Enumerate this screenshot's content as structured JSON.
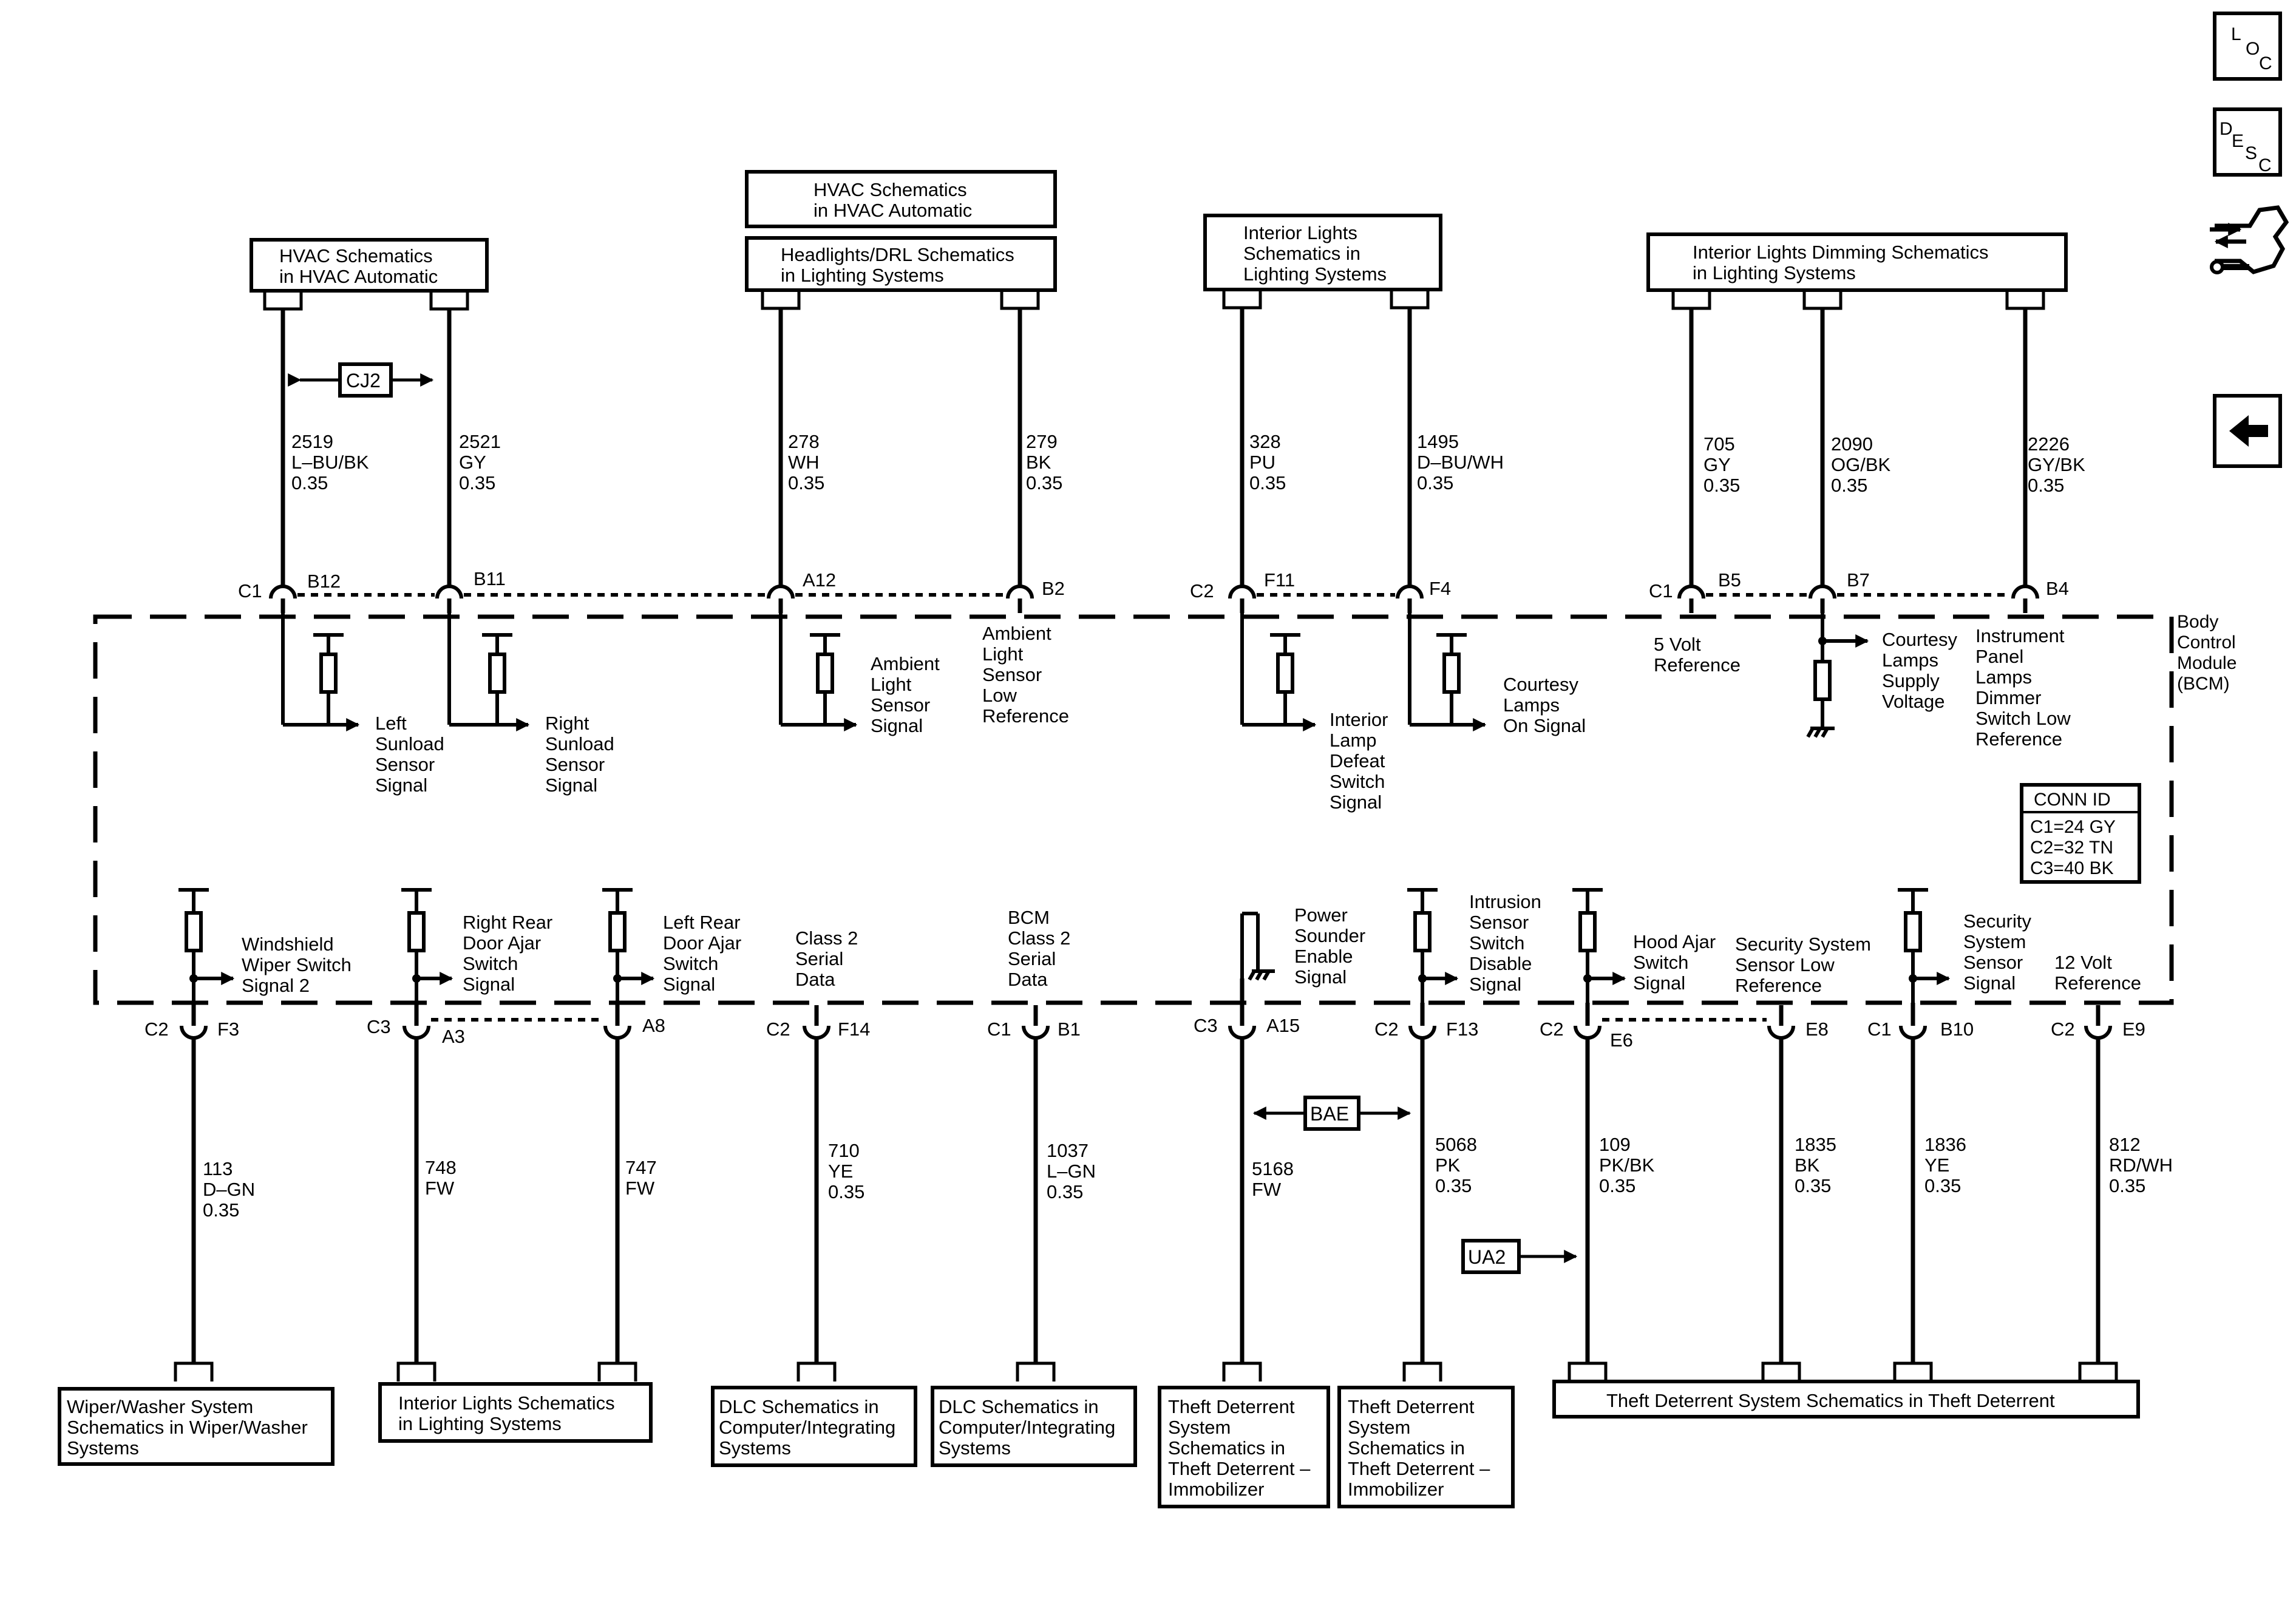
{
  "nav": {
    "loc": [
      "L",
      "O",
      "C"
    ],
    "desc": [
      "D",
      "E",
      "S",
      "C"
    ],
    "tool_icon": "hand-wrench-icon",
    "back_icon": "back-arrow-icon"
  },
  "module": {
    "name_lines": [
      "Body",
      "Control",
      "Module",
      "(BCM)"
    ],
    "conn_id": {
      "title": "CONN ID",
      "lines": [
        "C1=24 GY",
        "C2=32 TN",
        "C3=40 BK"
      ]
    }
  },
  "top_boxes": [
    {
      "id": "hvac-left",
      "lines": [
        "HVAC Schematics",
        "in HVAC Automatic"
      ]
    },
    {
      "id": "hvac-top",
      "lines": [
        "HVAC Schematics",
        "in HVAC Automatic"
      ]
    },
    {
      "id": "headlights",
      "lines": [
        "Headlights/DRL Schematics",
        "in Lighting Systems"
      ]
    },
    {
      "id": "interior-lights",
      "lines": [
        "Interior Lights",
        "Schematics in",
        "Lighting Systems"
      ]
    },
    {
      "id": "dimming",
      "lines": [
        "Interior Lights Dimming Schematics",
        "in Lighting Systems"
      ]
    }
  ],
  "bottom_boxes": [
    {
      "id": "wiper",
      "lines": [
        "Wiper/Washer System",
        "Schematics in Wiper/Washer",
        "Systems"
      ]
    },
    {
      "id": "interior-lights-bottom",
      "lines": [
        "Interior Lights Schematics",
        "in Lighting Systems"
      ]
    },
    {
      "id": "dlc-1",
      "lines": [
        "DLC Schematics in",
        "Computer/Integrating",
        "Systems"
      ]
    },
    {
      "id": "dlc-2",
      "lines": [
        "DLC Schematics in",
        "Computer/Integrating",
        "Systems"
      ]
    },
    {
      "id": "theft-1",
      "lines": [
        "Theft Deterrent",
        "System",
        "Schematics in",
        "Theft Deterrent –",
        "Immobilizer"
      ]
    },
    {
      "id": "theft-2",
      "lines": [
        "Theft Deterrent",
        "System",
        "Schematics in",
        "Theft Deterrent –",
        "Immobilizer"
      ]
    },
    {
      "id": "theft-system",
      "lines": [
        "Theft Deterrent System Schematics in Theft Deterrent"
      ]
    }
  ],
  "top_wires": [
    {
      "conn": "C1",
      "pin": "B12",
      "circuit": [
        "2519",
        "L–BU/BK",
        "0.35"
      ],
      "signal": [
        "Left",
        "Sunload",
        "Sensor",
        "Signal"
      ]
    },
    {
      "conn": "",
      "pin": "B11",
      "circuit": [
        "2521",
        "GY",
        "0.35"
      ],
      "signal": [
        "Right",
        "Sunload",
        "Sensor",
        "Signal"
      ]
    },
    {
      "conn": "",
      "pin": "A12",
      "circuit": [
        "278",
        "WH",
        "0.35"
      ],
      "signal": [
        "Ambient",
        "Light",
        "Sensor",
        "Signal"
      ]
    },
    {
      "conn": "",
      "pin": "B2",
      "circuit": [
        "279",
        "BK",
        "0.35"
      ],
      "signal": [
        "Ambient",
        "Light",
        "Sensor",
        "Low",
        "Reference"
      ]
    },
    {
      "conn": "C2",
      "pin": "F11",
      "circuit": [
        "328",
        "PU",
        "0.35"
      ],
      "signal": [
        "Interior",
        "Lamp",
        "Defeat",
        "Switch",
        "Signal"
      ]
    },
    {
      "conn": "",
      "pin": "F4",
      "circuit": [
        "1495",
        "D–BU/WH",
        "0.35"
      ],
      "signal": [
        "Courtesy",
        "Lamps",
        "On Signal"
      ]
    },
    {
      "conn": "C1",
      "pin": "B5",
      "circuit": [
        "705",
        "GY",
        "0.35"
      ],
      "signal": [
        "5 Volt",
        "Reference"
      ]
    },
    {
      "conn": "",
      "pin": "B7",
      "circuit": [
        "2090",
        "OG/BK",
        "0.35"
      ],
      "signal": [
        "Courtesy",
        "Lamps",
        "Supply",
        "Voltage"
      ]
    },
    {
      "conn": "",
      "pin": "B4",
      "circuit": [
        "2226",
        "GY/BK",
        "0.35"
      ],
      "signal": [
        "Instrument",
        "Panel",
        "Lamps",
        "Dimmer",
        "Switch Low",
        "Reference"
      ]
    }
  ],
  "bottom_wires": [
    {
      "conn": "C2",
      "pin": "F3",
      "circuit": [
        "113",
        "D–GN",
        "0.35"
      ],
      "signal": [
        "Windshield",
        "Wiper Switch",
        "Signal 2"
      ]
    },
    {
      "conn": "C3",
      "pin": "A3",
      "circuit": [
        "748",
        "FW"
      ],
      "signal": [
        "Right Rear",
        "Door Ajar",
        "Switch",
        "Signal"
      ]
    },
    {
      "conn": "",
      "pin": "A8",
      "circuit": [
        "747",
        "FW"
      ],
      "signal": [
        "Left Rear",
        "Door Ajar",
        "Switch",
        "Signal"
      ]
    },
    {
      "conn": "C2",
      "pin": "F14",
      "circuit": [
        "710",
        "YE",
        "0.35"
      ],
      "signal": [
        "Class 2",
        "Serial",
        "Data"
      ]
    },
    {
      "conn": "C1",
      "pin": "B1",
      "circuit": [
        "1037",
        "L–GN",
        "0.35"
      ],
      "signal": [
        "BCM",
        "Class 2",
        "Serial",
        "Data"
      ]
    },
    {
      "conn": "C3",
      "pin": "A15",
      "circuit": [
        "5168",
        "FW"
      ],
      "signal": [
        "Power",
        "Sounder",
        "Enable",
        "Signal"
      ]
    },
    {
      "conn": "C2",
      "pin": "F13",
      "circuit": [
        "5068",
        "PK",
        "0.35"
      ],
      "signal": [
        "Intrusion",
        "Sensor",
        "Switch",
        "Disable",
        "Signal"
      ]
    },
    {
      "conn": "C2",
      "pin": "E6",
      "circuit": [
        "109",
        "PK/BK",
        "0.35"
      ],
      "signal": [
        "Hood Ajar",
        "Switch",
        "Signal"
      ]
    },
    {
      "conn": "",
      "pin": "E8",
      "circuit": [
        "1835",
        "BK",
        "0.35"
      ],
      "signal": [
        "Security System",
        "Sensor Low",
        "Reference"
      ]
    },
    {
      "conn": "C1",
      "pin": "B10",
      "circuit": [
        "1836",
        "YE",
        "0.35"
      ],
      "signal": [
        "Security",
        "System",
        "Sensor",
        "Signal"
      ]
    },
    {
      "conn": "C2",
      "pin": "E9",
      "circuit": [
        "812",
        "RD/WH",
        "0.35"
      ],
      "signal": [
        "12 Volt",
        "Reference"
      ]
    }
  ],
  "options": [
    {
      "id": "CJ2",
      "label": "CJ2"
    },
    {
      "id": "BAE",
      "label": "BAE"
    },
    {
      "id": "UA2",
      "label": "UA2"
    }
  ]
}
